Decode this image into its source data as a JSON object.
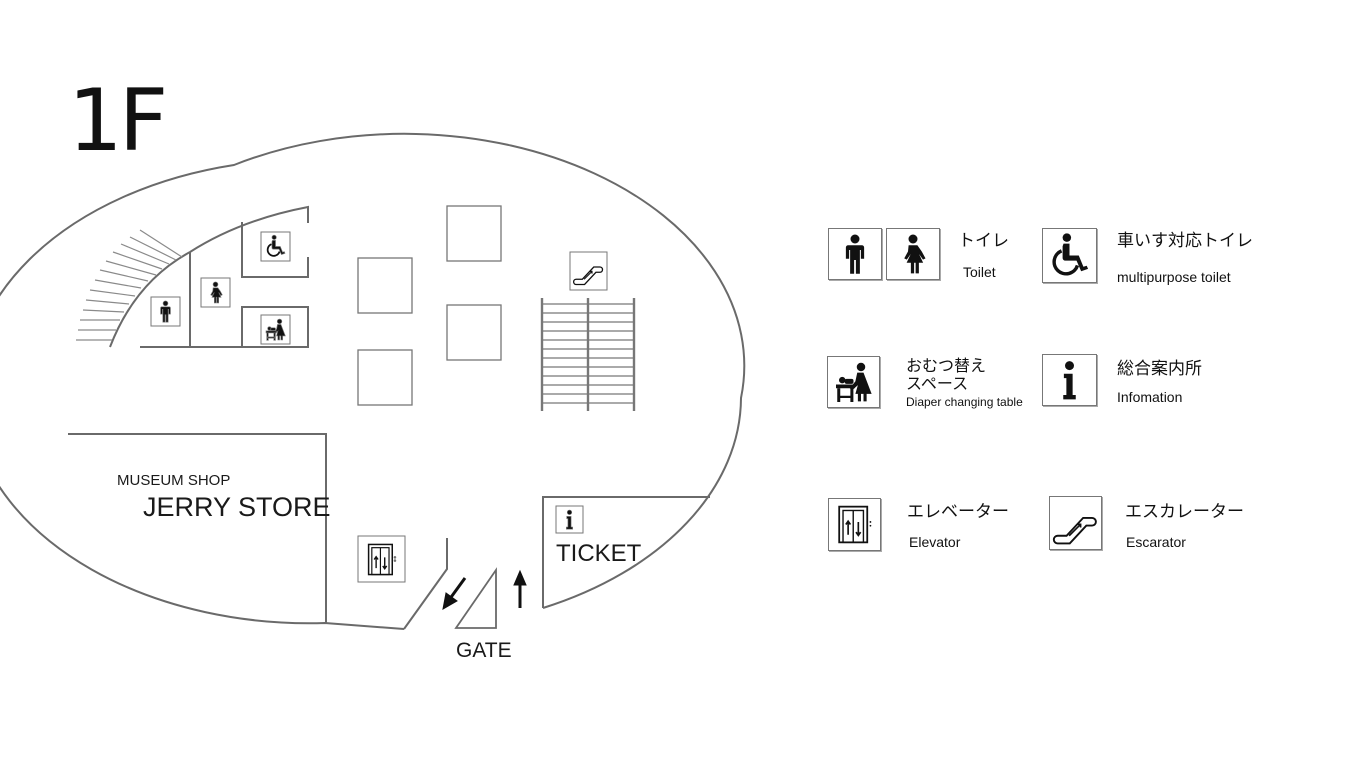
{
  "floor": {
    "label": "1F"
  },
  "map": {
    "shop_subtitle": "MUSEUM SHOP",
    "shop_name": "JERRY STORE",
    "ticket_label": "TICKET",
    "gate_label": "GATE"
  },
  "legend": {
    "toilet": {
      "jp": "トイレ",
      "en": "Toilet",
      "icons": [
        "male-toilet-icon",
        "female-toilet-icon"
      ]
    },
    "multipurpose": {
      "jp": "車いす対応トイレ",
      "en": "multipurpose toilet",
      "icon": "wheelchair-icon"
    },
    "diaper": {
      "jp_line1": "おむつ替え",
      "jp_line2": "スペース",
      "en": "Diaper changing table",
      "icon": "diaper-changing-icon"
    },
    "info": {
      "jp": "総合案内所",
      "en": "Infomation",
      "icon": "information-icon"
    },
    "elevator": {
      "jp": "エレベーター",
      "en": "Elevator",
      "icon": "elevator-icon"
    },
    "escalator": {
      "jp": "エスカレーター",
      "en": "Escarator",
      "icon": "escalator-icon"
    }
  }
}
